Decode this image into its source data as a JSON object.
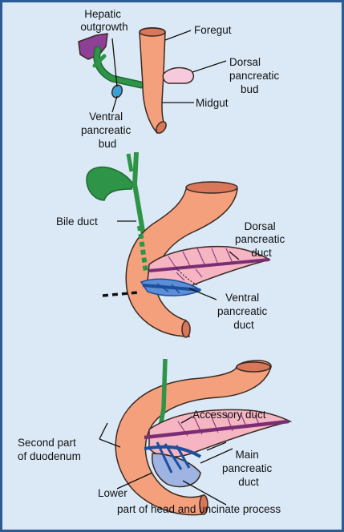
{
  "colors": {
    "background": "#dbe9f6",
    "border": "#2a5b94",
    "gut": "#f5a07c",
    "gut_end": "#d9775a",
    "liver": "#8e3f96",
    "bile_duct_green": "#2e9447",
    "ventral_bud": "#3aa0d8",
    "dorsal_bud": "#f6c9dd",
    "pancreas": "#f5b5c2",
    "ventral_duct_blue": "#1c4f9c",
    "dorsal_duct": "#7a2d73",
    "uncinate": "#9fb4e3"
  },
  "stage1": {
    "hepatic": [
      "Hepatic",
      "outgrowth"
    ],
    "foregut": "Foregut",
    "dorsal": [
      "Dorsal",
      "pancreatic",
      "bud"
    ],
    "midgut": "Midgut",
    "ventral": [
      "Ventral",
      "pancreatic",
      "bud"
    ]
  },
  "stage2": {
    "bile_duct": "Bile duct",
    "dorsal_duct": [
      "Dorsal",
      "pancreatic",
      "duct"
    ],
    "ventral_duct": [
      "Ventral",
      "pancreatic",
      "duct"
    ]
  },
  "stage3": {
    "accessory_duct": "Accessory duct",
    "second_part": [
      "Second part",
      "of duodenum"
    ],
    "main_duct": [
      "Main",
      "pancreatic",
      "duct"
    ],
    "lower_part": [
      "Lower",
      "part of head and uncinate process"
    ]
  }
}
